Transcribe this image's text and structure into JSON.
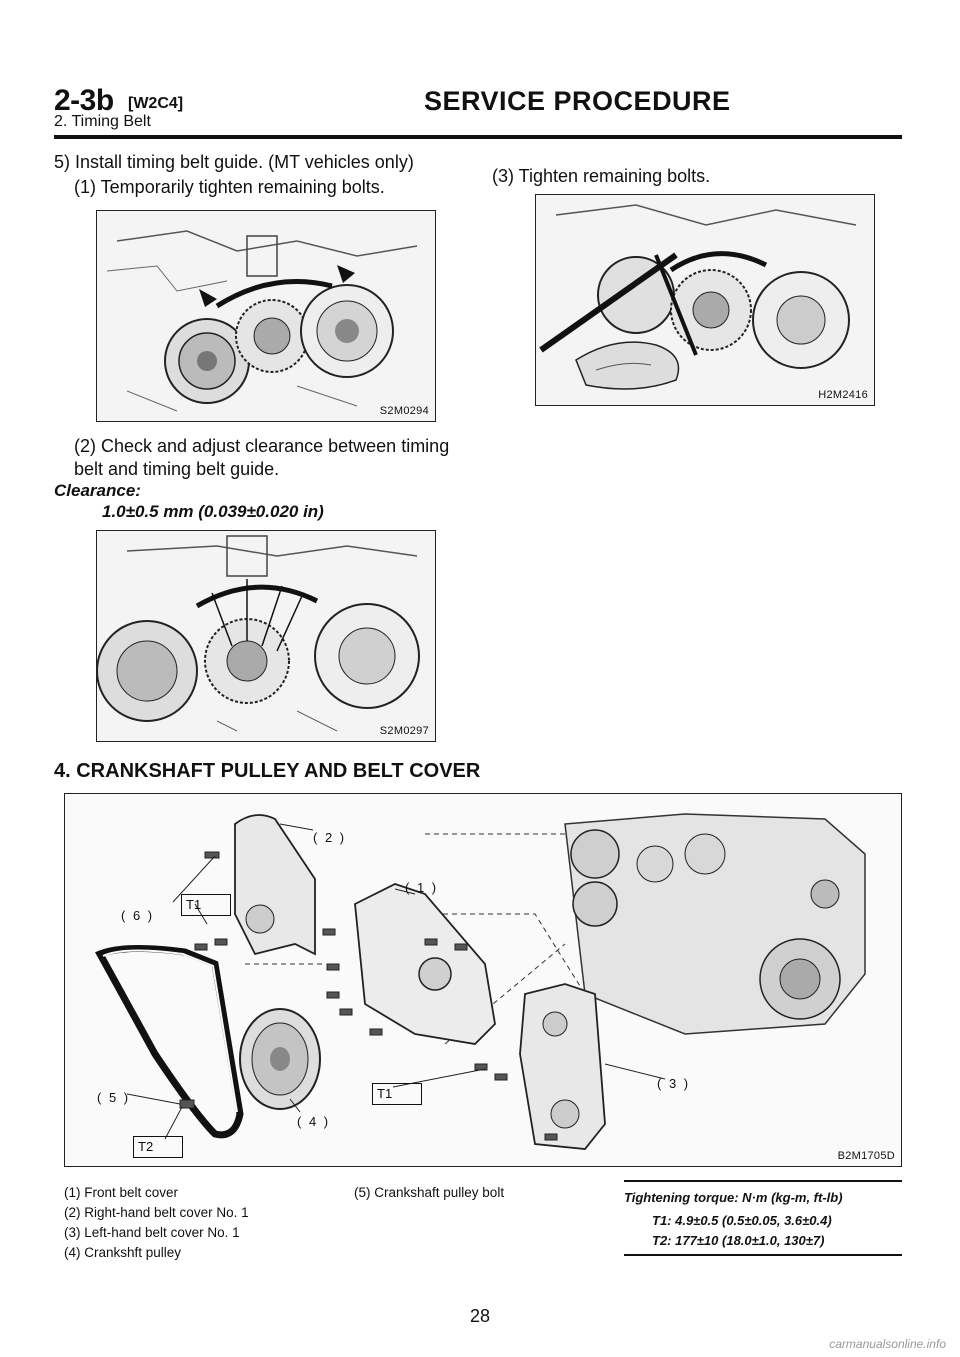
{
  "header": {
    "code": "2-3b",
    "sub": "[W2C4]",
    "title": "SERVICE PROCEDURE",
    "section": "2. Timing Belt"
  },
  "steps": {
    "step5": "5)  Install timing belt guide. (MT vehicles only)",
    "step5_1": "(1)  Temporarily tighten remaining bolts.",
    "step5_2a": "(2)  Check and adjust clearance between timing",
    "step5_2b": "belt and timing belt guide.",
    "clearance_label": "Clearance:",
    "clearance_value": "1.0±0.5 mm (0.039±0.020 in)",
    "step5_3": "(3)  Tighten remaining bolts."
  },
  "figures": {
    "fig1": "S2M0294",
    "fig2": "S2M0297",
    "fig3": "H2M2416",
    "fig4": "B2M1705D"
  },
  "section4": {
    "title": "4.  CRANKSHAFT PULLEY AND BELT COVER",
    "callouts": {
      "c1": "( 1 )",
      "c2": "( 2 )",
      "c3": "( 3 )",
      "c4": "( 4 )",
      "c5": "( 5 )",
      "c6": "( 6 )",
      "t1a": "T1",
      "t1b": "T1",
      "t2": "T2"
    },
    "legend": [
      "(1)   Front belt cover",
      "(2)   Right-hand belt cover No. 1",
      "(3)   Left-hand belt cover No. 1",
      "(4)   Crankshft pulley",
      "(5)   Crankshaft pulley bolt"
    ],
    "torque": {
      "title": "Tightening torque: N·m (kg-m, ft-lb)",
      "t1": "T1: 4.9±0.5 (0.5±0.05, 3.6±0.4)",
      "t2": "T2: 177±10 (18.0±1.0, 130±7)"
    }
  },
  "page_number": "28",
  "footer": "carmanualsonline.info"
}
